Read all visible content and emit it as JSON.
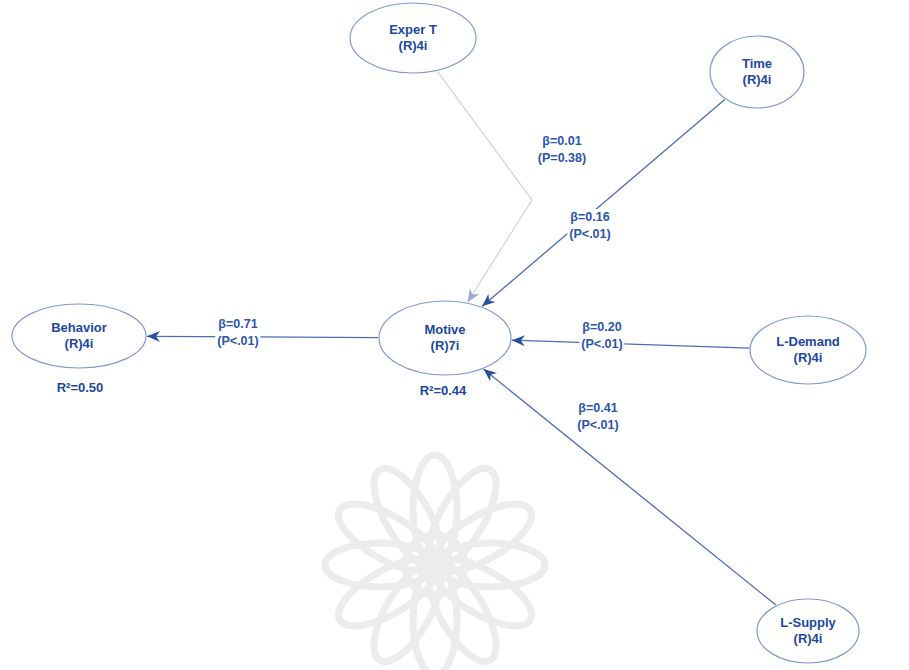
{
  "diagram": {
    "nodes": [
      {
        "text": [
          "Exper T",
          "(R)4i"
        ]
      },
      {
        "text": [
          "Time",
          "(R)4i"
        ]
      },
      {
        "text": [
          "Behavior",
          "(R)4i"
        ]
      },
      {
        "text": [
          "Motive",
          "(R)7i"
        ]
      },
      {
        "text": [
          "L-Demand",
          "(R)4i"
        ]
      },
      {
        "text": [
          "L-Supply",
          "(R)4i"
        ]
      }
    ],
    "edges": [
      {
        "from": 0,
        "to": 3,
        "label": "β=0.01 (P=0.38)",
        "arrow": "to"
      },
      {
        "from": 1,
        "to": 3,
        "label": "β=0.16 (P<.01)",
        "arrow": "to"
      },
      {
        "from": 3,
        "to": 2,
        "label": "β=0.71 (P<.01)",
        "arrow": "to"
      },
      {
        "from": 4,
        "to": 3,
        "label": "β=0.20 (P<.01)",
        "arrow": "to"
      },
      {
        "from": 5,
        "to": 3,
        "label": "β=0.41 (P<.01)",
        "arrow": "to"
      }
    ],
    "labels": [
      "R²=0.50",
      "R²=0.44"
    ]
  }
}
